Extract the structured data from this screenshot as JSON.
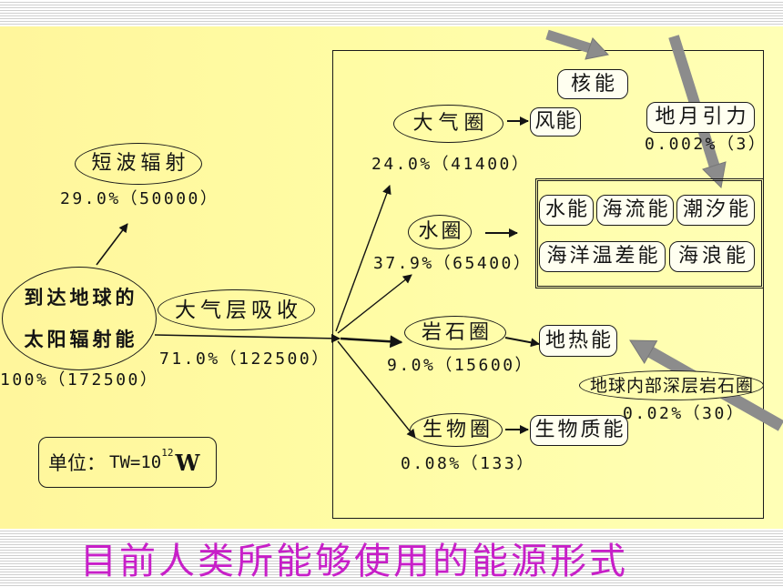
{
  "title": "目前人类所能够使用的能源形式",
  "solar": {
    "line1": "到达地球的",
    "line2": "太阳辐射能",
    "share": "100%（172500）"
  },
  "shortwave": {
    "label": "短波辐射",
    "share": "29.0%（50000）"
  },
  "absorption": {
    "label": "大气层吸收",
    "share": "71.0%（122500）"
  },
  "spheres": [
    {
      "label": "大气圈",
      "share": "24.0%（41400）"
    },
    {
      "label": "水圈",
      "share": "37.9%（65400）"
    },
    {
      "label": "岩石圈",
      "share": "9.0%（15600）"
    },
    {
      "label": "生物圈",
      "share": "0.08%（133）"
    }
  ],
  "energy_forms": {
    "nuclear": "核能",
    "wind": "风能",
    "hydro": "水能",
    "ocean_current": "海流能",
    "tidal": "潮汐能",
    "ocean_thermal": "海洋温差能",
    "wave": "海浪能",
    "geothermal": "地热能",
    "biomass": "生物质能"
  },
  "other_sources": {
    "earth_moon_gravity": {
      "label": "地月引力",
      "share": "0.002%（3）"
    },
    "deep_lithosphere": {
      "label": "地球内部深层岩石圈",
      "share": "0.02%（30）"
    }
  },
  "unit": {
    "label": "单位：",
    "formula": "TW=10",
    "exponent": "12",
    "symbol": "W"
  },
  "colors": {
    "title": "#C71FC8",
    "gray_arrow": "#8C8C8C",
    "connector": "#141414"
  }
}
